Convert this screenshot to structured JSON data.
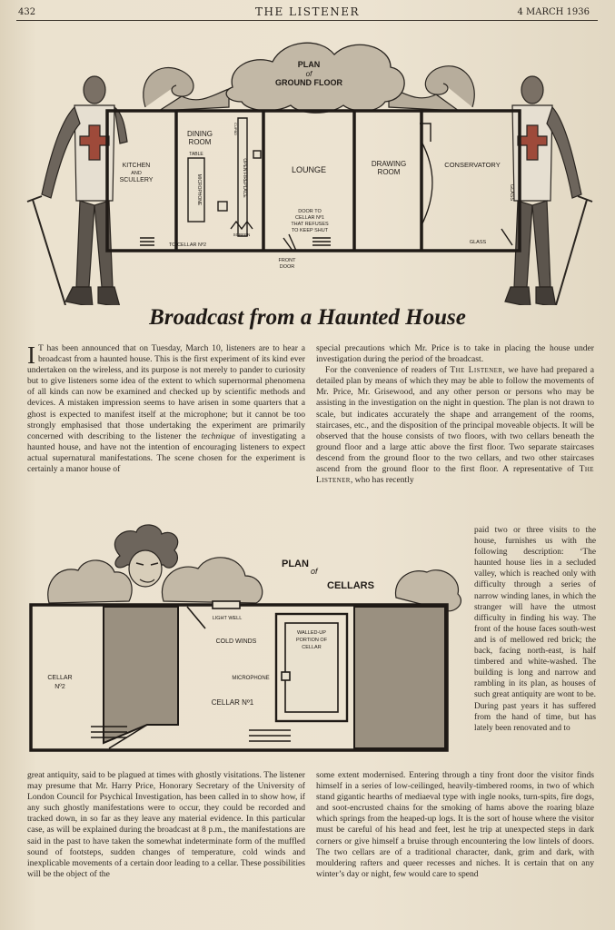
{
  "header": {
    "page_number": "432",
    "masthead": "THE LISTENER",
    "date": "4 MARCH 1936"
  },
  "ground_plan": {
    "title_line1": "PLAN",
    "title_of": "of",
    "title_line2": "GROUND FLOOR",
    "rooms": {
      "kitchen_1": "KITCHEN",
      "kitchen_2": "AND",
      "kitchen_3": "SCULLERY",
      "dining_1": "DINING",
      "dining_2": "ROOM",
      "lounge": "LOUNGE",
      "drawing_1": "DRAWING",
      "drawing_2": "ROOM",
      "conservatory": "CONSERVATORY"
    },
    "labels": {
      "table": "TABLE",
      "microphone": "MICROPHONE",
      "open_fireplace": "OPEN FIREPLACE",
      "screen": "SCREEN",
      "to_cellar_2": "TO CELLAR Nº2",
      "door_1": "DOOR TO",
      "door_2": "CELLAR Nº1",
      "door_3": "THAT REFUSES",
      "door_4": "TO KEEP SHUT",
      "front_1": "FRONT",
      "front_2": "DOOR",
      "glass_side": "GLASS",
      "glass_bottom": "GLASS",
      "cupboard": "CUPBD"
    }
  },
  "headline": "Broadcast from a Haunted House",
  "cellar_plan": {
    "title_line1": "PLAN",
    "title_of": "of",
    "title_line2": "CELLARS",
    "labels": {
      "light_well": "LIGHT WELL",
      "cold_winds": "COLD WINDS",
      "walled_1": "WALLED-UP",
      "walled_2": "PORTION OF",
      "walled_3": "CELLAR",
      "cellar2_1": "CELLAR",
      "cellar2_2": "Nº2",
      "microphone": "MICROPHONE",
      "cellar1": "CELLAR Nº1"
    }
  },
  "article": {
    "col1_p1_dropcap": "I",
    "col1_p1_a": "T has been announced that on Tuesday, March 10, listeners are to hear a broadcast from a haunted house. This is the first experiment of its kind ever undertaken on the wireless, and its purpose is not merely to pander to curiosity but to give listeners some idea of the extent to which supernormal phenomena of all kinds can now be examined and checked up by scientific methods and devices. A mistaken impression seems to have arisen in some quarters that a ghost is expected to manifest itself at the microphone; but it cannot be too strongly emphasised that those undertaking the experiment are primarily concerned with describing to the listener the ",
    "col1_p1_em": "technique",
    "col1_p1_b": " of investigating a haunted house, and have not the intention of encouraging listeners to expect actual supernatural manifestations. The scene chosen for the experiment is certainly a manor house of",
    "col2_p1": "special precautions which Mr. Price is to take in placing the house under investigation during the period of the broadcast.",
    "col2_p2_a": "For the convenience of readers of ",
    "col2_p2_sc": "The Listener",
    "col2_p2_b": ", we have had prepared a detailed plan by means of which they may be able to follow the movements of Mr. Price, Mr. Grisewood, and any other person or persons who may be assisting in the investigation on the night in question. The plan is not drawn to scale, but indicates accurately the shape and arrangement of the rooms, staircases, etc., and the disposition of the principal moveable objects. It will be observed that the house consists of two floors, with two cellars beneath the ground floor and a large attic above the first floor. Two separate staircases descend from the ground floor to the two cellars, and two other staircases ascend from the ground floor to the first floor. A representative of ",
    "col2_p2_sc2": "The Listener",
    "col2_p2_c": ", who has recently",
    "narrow_col": "paid two or three visits to the house, furnishes us with the following description: ‘The haunted house lies in a secluded valley, which is reached only with difficulty through a series of narrow winding lanes, in which the stranger will have the utmost difficulty in finding his way. The front of the house faces south-west and is of mellowed red brick; the back, facing north-east, is half timbered and white-washed. The building is long and narrow and rambling in its plan, as houses of such great antiquity are wont to be. During past years it has suffered from the hand of time, but has lately been renovated and to",
    "bottom_left": "great antiquity, said to be plagued at times with ghostly visitations. The listener may presume that Mr. Harry Price, Honorary Secretary of the University of London Council for Psychical Investigation, has been called in to show how, if any such ghostly manifestations were to occur, they could be recorded and tracked down, in so far as they leave any material evidence. In this particular case, as will be explained during the broadcast at 8 p.m., the manifestations are said in the past to have taken the somewhat indeterminate form of the muffled sound of footsteps, sudden changes of temperature, cold winds and inexplicable movements of a certain door leading to a cellar. These possibilities will be the object of the",
    "bottom_right": "some extent modernised. Entering through a tiny front door the visitor finds himself in a series of low-ceilinged, heavily-timbered rooms, in two of which stand gigantic hearths of mediaeval type with ingle nooks, turn-spits, fire dogs, and soot-encrusted chains for the smoking of hams above the roaring blaze which springs from the heaped-up logs. It is the sort of house where the visitor must be careful of his head and feet, lest he trip at unexpected steps in dark corners or give himself a bruise through encountering the low lintels of doors. The two cellars are of a traditional character, dank, grim and dark, with mouldering rafters and queer recesses and niches. It is certain that on any winter’s day or night, few would care to spend"
  }
}
